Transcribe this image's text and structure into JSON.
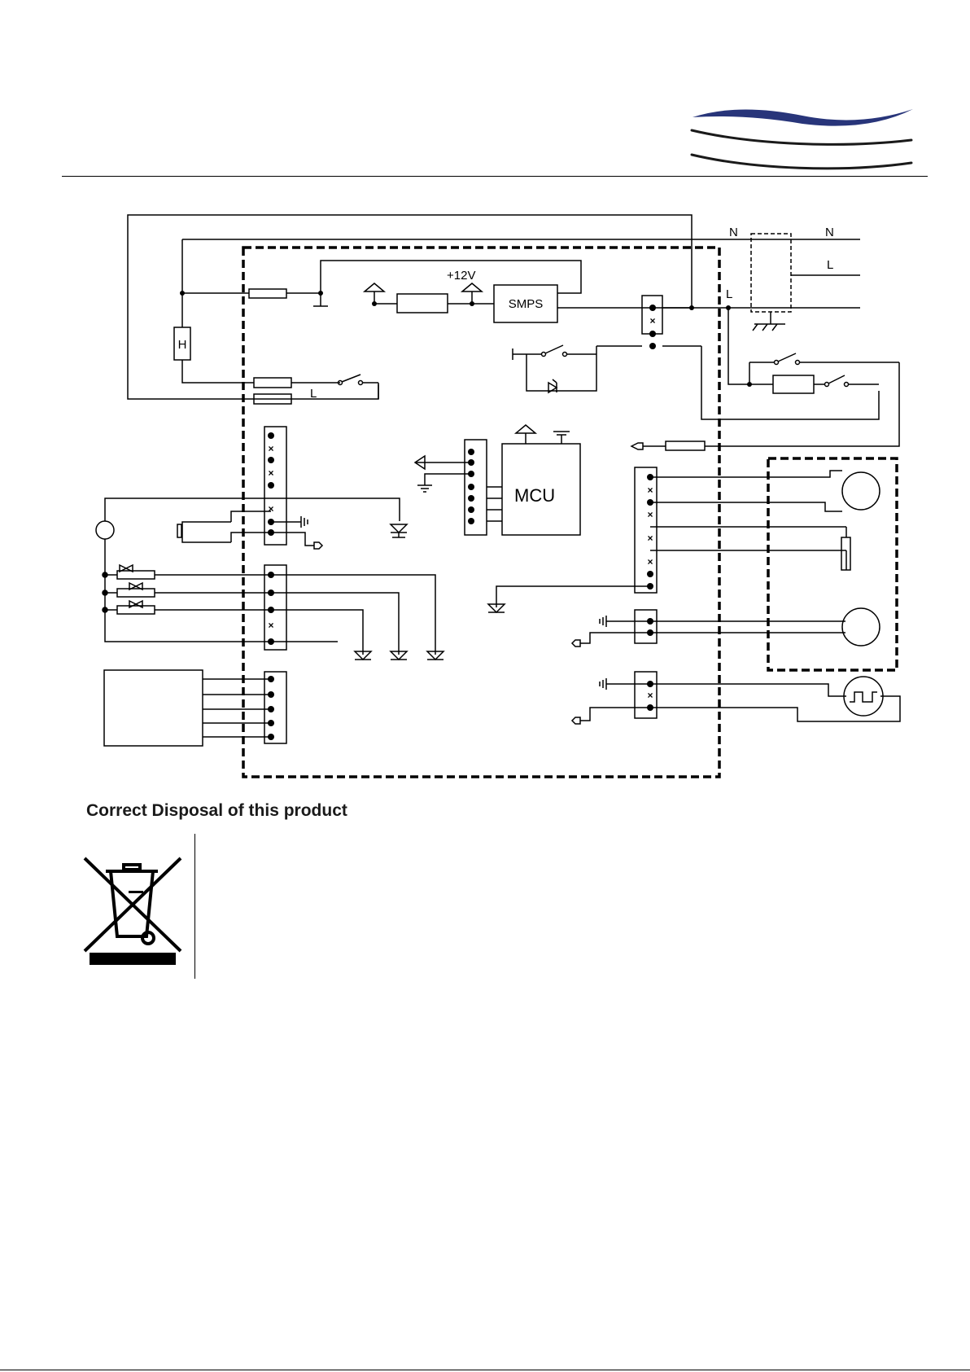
{
  "header": {
    "logo_graphic": "swoosh-logo-icon"
  },
  "diagram": {
    "supply_labels": {
      "n_left": "N",
      "n_right": "N",
      "l_right": "L",
      "l_inner": "L"
    },
    "heater_label": "H",
    "lamp_line_label": "L",
    "voltage_label": "+12V",
    "smps_label": "SMPS",
    "mcu_label": "MCU"
  },
  "disposal": {
    "title": "Correct Disposal of this product",
    "icon": "crossed-out-wheelie-bin-icon"
  }
}
